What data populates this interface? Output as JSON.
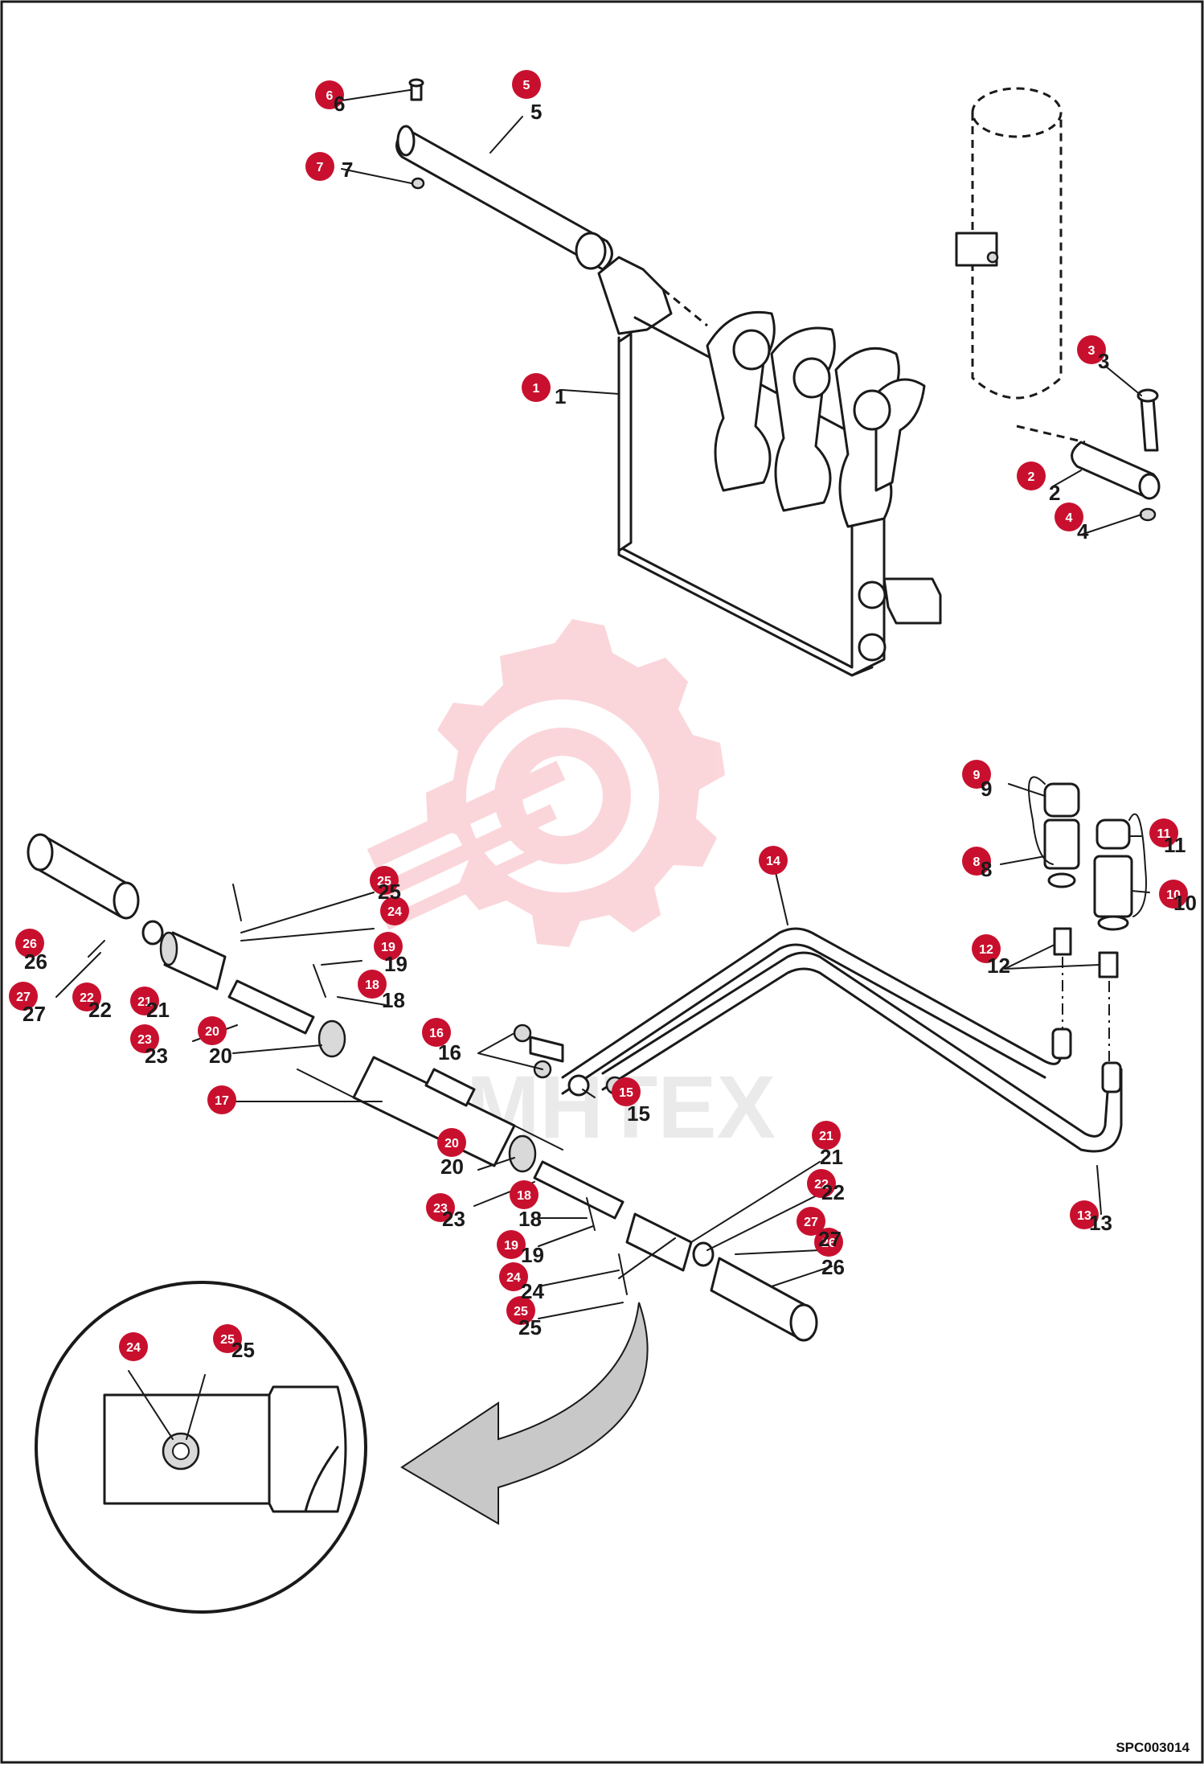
{
  "watermark": {
    "text": "MHTEX",
    "color": "#e8203a"
  },
  "drawing_code": "SPC003014",
  "callout_color": "#c8102e",
  "icons": [
    "gear-wrench-watermark-icon",
    "curved-arrow-icon"
  ],
  "callouts": [
    {
      "id": "c6",
      "number": "6"
    },
    {
      "id": "c5",
      "number": "5"
    },
    {
      "id": "c7",
      "number": "7"
    },
    {
      "id": "c1",
      "number": "1"
    },
    {
      "id": "c3",
      "number": "3"
    },
    {
      "id": "c2",
      "number": "2"
    },
    {
      "id": "c4",
      "number": "4"
    },
    {
      "id": "c9",
      "number": "9"
    },
    {
      "id": "c8",
      "number": "8"
    },
    {
      "id": "c11",
      "number": "11"
    },
    {
      "id": "c10",
      "number": "10"
    },
    {
      "id": "c14",
      "number": "14"
    },
    {
      "id": "c12",
      "number": "12"
    },
    {
      "id": "c25a",
      "number": "25"
    },
    {
      "id": "c24a",
      "number": "24"
    },
    {
      "id": "c19a",
      "number": "19"
    },
    {
      "id": "c18a",
      "number": "18"
    },
    {
      "id": "c26a",
      "number": "26"
    },
    {
      "id": "c27a",
      "number": "27"
    },
    {
      "id": "c22a",
      "number": "22"
    },
    {
      "id": "c21a",
      "number": "21"
    },
    {
      "id": "c23a",
      "number": "23"
    },
    {
      "id": "c20a",
      "number": "20"
    },
    {
      "id": "c16",
      "number": "16"
    },
    {
      "id": "c15",
      "number": "15"
    },
    {
      "id": "c17",
      "number": "17"
    },
    {
      "id": "c20b",
      "number": "20"
    },
    {
      "id": "c21b",
      "number": "21"
    },
    {
      "id": "c22b",
      "number": "22"
    },
    {
      "id": "c13",
      "number": "13"
    },
    {
      "id": "c23b",
      "number": "23"
    },
    {
      "id": "c18b",
      "number": "18"
    },
    {
      "id": "c27b",
      "number": "27"
    },
    {
      "id": "c26b",
      "number": "26"
    },
    {
      "id": "c19b",
      "number": "19"
    },
    {
      "id": "c24b",
      "number": "24"
    },
    {
      "id": "c25b",
      "number": "25"
    },
    {
      "id": "c24c",
      "number": "24"
    },
    {
      "id": "c25c",
      "number": "25"
    }
  ],
  "labels": [
    {
      "id": "l6",
      "text": "6"
    },
    {
      "id": "l5",
      "text": "5"
    },
    {
      "id": "l7",
      "text": "7"
    },
    {
      "id": "l1",
      "text": "1"
    },
    {
      "id": "l3",
      "text": "3"
    },
    {
      "id": "l2",
      "text": "2"
    },
    {
      "id": "l4",
      "text": "4"
    },
    {
      "id": "l9",
      "text": "9"
    },
    {
      "id": "l8",
      "text": "8"
    },
    {
      "id": "l11",
      "text": "11"
    },
    {
      "id": "l10",
      "text": "10"
    },
    {
      "id": "l12",
      "text": "12"
    },
    {
      "id": "l25a",
      "text": "25"
    },
    {
      "id": "l19a",
      "text": "19"
    },
    {
      "id": "l18a",
      "text": "18"
    },
    {
      "id": "l26a",
      "text": "26"
    },
    {
      "id": "l27a",
      "text": "27"
    },
    {
      "id": "l22a",
      "text": "22"
    },
    {
      "id": "l21a",
      "text": "21"
    },
    {
      "id": "l23a",
      "text": "23"
    },
    {
      "id": "l20a",
      "text": "20"
    },
    {
      "id": "l16",
      "text": "16"
    },
    {
      "id": "l15",
      "text": "15"
    },
    {
      "id": "l20b",
      "text": "20"
    },
    {
      "id": "l21b",
      "text": "21"
    },
    {
      "id": "l22b",
      "text": "22"
    },
    {
      "id": "l27b",
      "text": "27"
    },
    {
      "id": "l26b",
      "text": "26"
    },
    {
      "id": "l13",
      "text": "13"
    },
    {
      "id": "l23b",
      "text": "23"
    },
    {
      "id": "l18b",
      "text": "18"
    },
    {
      "id": "l19b",
      "text": "19"
    },
    {
      "id": "l24b",
      "text": "24"
    },
    {
      "id": "l25b",
      "text": "25"
    },
    {
      "id": "l25c",
      "text": "25"
    }
  ]
}
